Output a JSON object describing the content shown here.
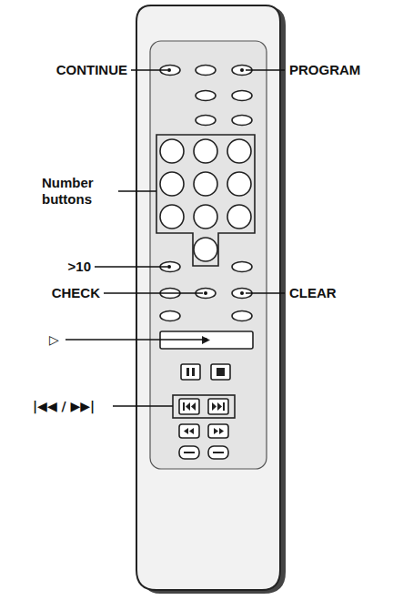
{
  "diagram": {
    "labels": [
      "CONTINUE",
      "PROGRAM",
      "Number buttons",
      ">10",
      "CHECK",
      "CLEAR",
      "▷",
      "|◀◀ / ▶▶|"
    ]
  }
}
